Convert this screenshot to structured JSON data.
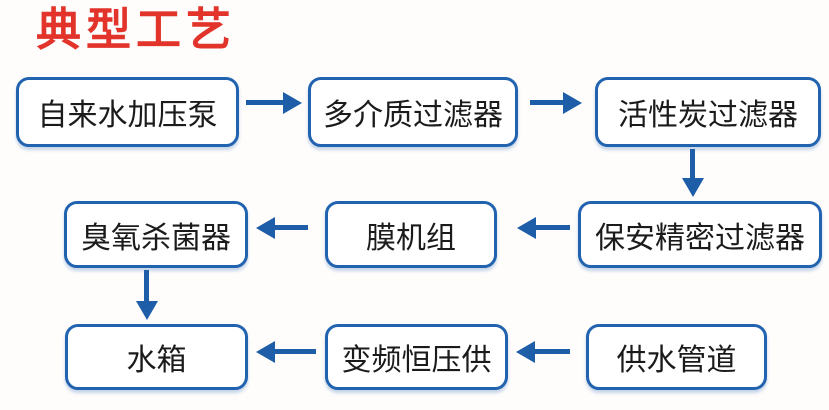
{
  "title": {
    "text": "典型工艺"
  },
  "colors": {
    "title": "#e2342a",
    "box_border": "#2263b0",
    "arrow": "#1e5da8",
    "box_text": "#1b1b1b",
    "background": "#fefdfc"
  },
  "nodes": [
    {
      "id": "tap-water-pressure-pump",
      "label": "自来水加压泵"
    },
    {
      "id": "multi-media-filter",
      "label": "多介质过滤器"
    },
    {
      "id": "activated-carbon-filter",
      "label": "活性炭过滤器"
    },
    {
      "id": "security-precision-filter",
      "label": "保安精密过滤器"
    },
    {
      "id": "membrane-unit",
      "label": "膜机组"
    },
    {
      "id": "ozone-sterilizer",
      "label": "臭氧杀菌器"
    },
    {
      "id": "water-tank",
      "label": "水箱"
    },
    {
      "id": "vfd-constant-pressure-supply",
      "label": "变频恒压供"
    },
    {
      "id": "water-supply-pipeline",
      "label": "供水管道"
    }
  ],
  "edges": [
    {
      "from": "自来水加压泵",
      "to": "多介质过滤器",
      "direction": "right"
    },
    {
      "from": "多介质过滤器",
      "to": "活性炭过滤器",
      "direction": "right"
    },
    {
      "from": "活性炭过滤器",
      "to": "保安精密过滤器",
      "direction": "down"
    },
    {
      "from": "保安精密过滤器",
      "to": "膜机组",
      "direction": "left"
    },
    {
      "from": "膜机组",
      "to": "臭氧杀菌器",
      "direction": "left"
    },
    {
      "from": "臭氧杀菌器",
      "to": "水箱",
      "direction": "down"
    },
    {
      "from": "变频恒压供",
      "to": "水箱",
      "direction": "left"
    },
    {
      "from": "供水管道",
      "to": "变频恒压供",
      "direction": "left"
    }
  ]
}
